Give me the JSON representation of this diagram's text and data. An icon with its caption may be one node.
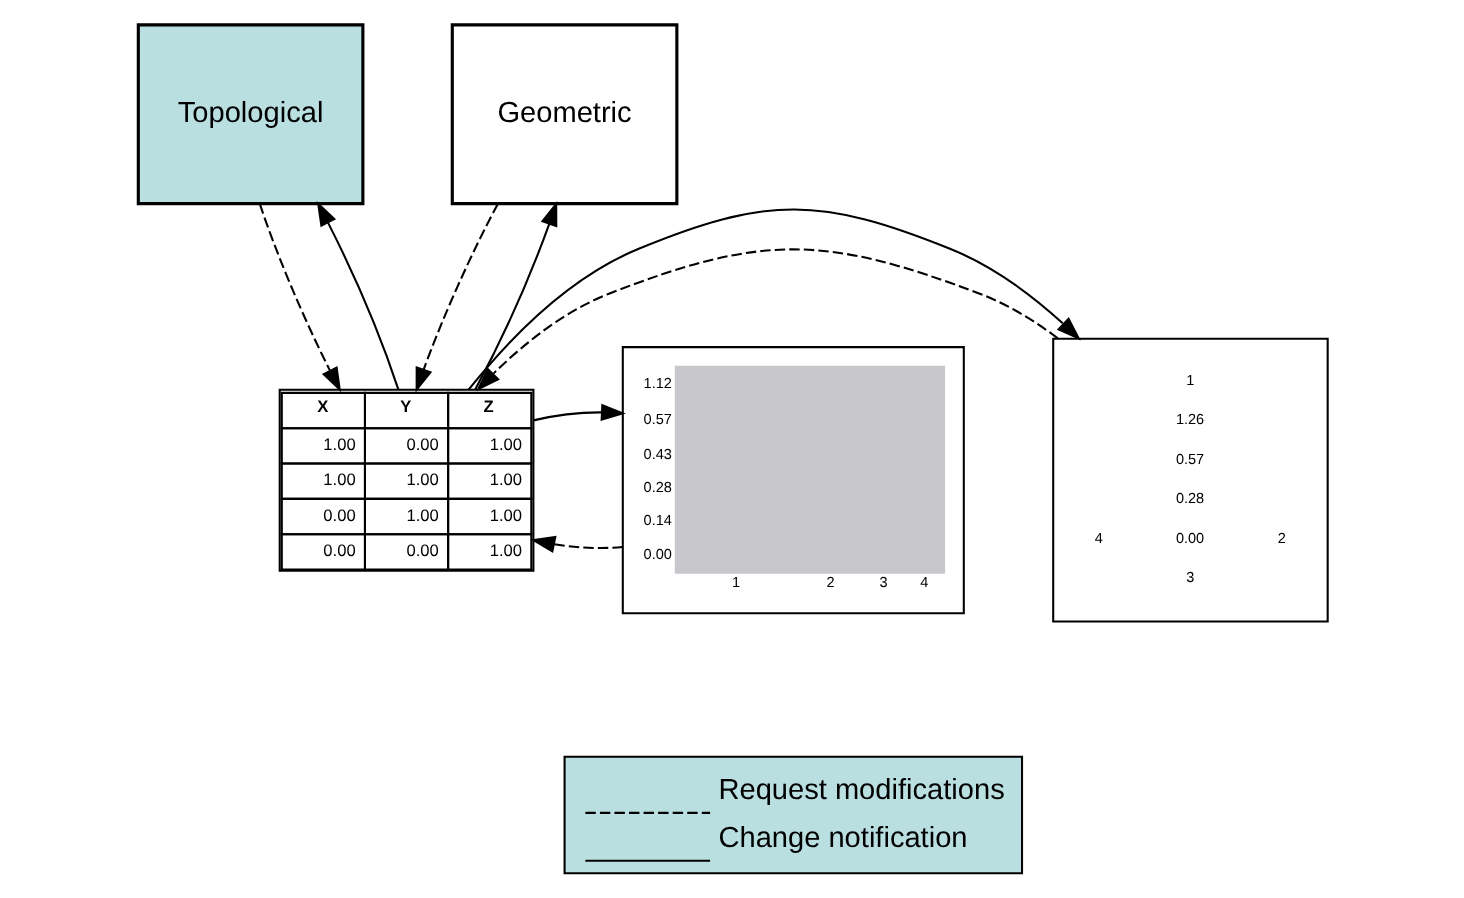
{
  "diagram": {
    "nodes": [
      {
        "text": [
          "Topological"
        ]
      },
      {
        "text": [
          "Geometric"
        ]
      },
      {
        "text": [
          "1",
          "1.26",
          "0.57",
          "0.28",
          "4",
          "0.00",
          "2",
          "3"
        ]
      },
      {
        "text": [
          "X",
          "Y",
          "Z",
          "1.00",
          "0.00",
          "1.00",
          "1.00",
          "1.00",
          "1.00",
          "0.00",
          "1.00",
          "1.00",
          "0.00",
          "0.00",
          "1.00"
        ]
      },
      {
        "text": [
          "1.12",
          "0.57",
          "0.43",
          "0.28",
          "0.14",
          "0.00",
          "1",
          "2",
          "3",
          "4"
        ]
      }
    ],
    "edges": [
      {
        "from": 0,
        "to": 3,
        "arrow": "to",
        "style": "dashed"
      },
      {
        "from": 3,
        "to": 0,
        "arrow": "to"
      },
      {
        "from": 1,
        "to": 3,
        "arrow": "to",
        "style": "dashed"
      },
      {
        "from": 3,
        "to": 1,
        "arrow": "to"
      },
      {
        "from": 2,
        "to": 3,
        "arrow": "to",
        "style": "dashed"
      },
      {
        "from": 3,
        "to": 2,
        "arrow": "to"
      },
      {
        "from": 4,
        "to": 3,
        "arrow": "to",
        "style": "dashed"
      },
      {
        "from": 3,
        "to": 4,
        "arrow": "to"
      }
    ],
    "legend": [
      {
        "text": "Request modifications"
      },
      {
        "text": "Change notification"
      }
    ]
  }
}
